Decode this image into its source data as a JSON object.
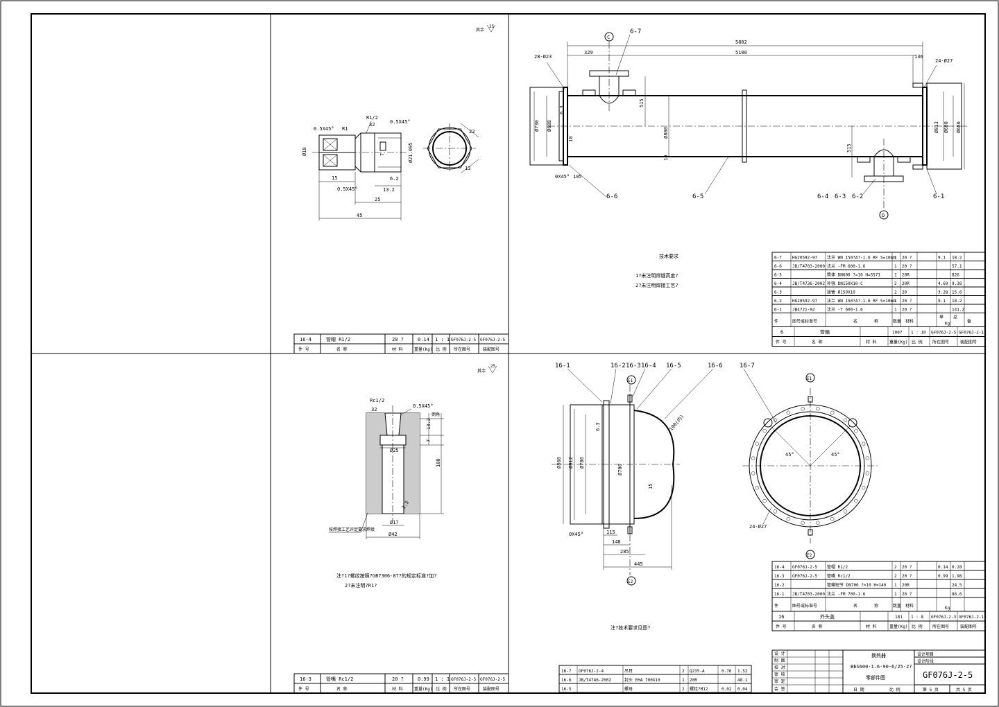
{
  "drawing": {
    "panelA": {
      "roughness": "25",
      "roughness_label": "其余",
      "labels": {
        "thread": "R1/2",
        "thread_sub": "32",
        "chamfer1": "0.5X45°",
        "chamfer2": "0.5X45°",
        "chamfer3": "0.5X45°",
        "r1": "R1",
        "d18": "Ø18",
        "d21": "Ø21.095",
        "s15": "15",
        "s13": "13.2",
        "s25": "25",
        "s45": "45",
        "s62": "6.2",
        "s7": "7",
        "hex1": "22",
        "hex2": "13"
      },
      "table": {
        "no": "16-4",
        "name": "管帽  R1/2",
        "material": "20 ?",
        "weight": "0.14",
        "scale": "1 : 1",
        "drawing": "GF076J-2-5",
        "drawing2": "GF076J-2-5"
      },
      "header": {
        "c1": "件  号",
        "c2": "名        称",
        "c3": "材  料",
        "c4": "重量(Kg)",
        "c5": "比  例",
        "c6": "所在图号",
        "c7": "装配图号"
      }
    },
    "panelB": {
      "roughness": "25",
      "roughness_label": "其余",
      "labels": {
        "thread": "Rc1/2",
        "thread_sub": "32",
        "chamfer": "0.5X45°",
        "s13": "13.2",
        "s7": "7",
        "s100": "100",
        "d25": "Ø25",
        "d17": "Ø17",
        "d42": "Ø42",
        "edge": "倒角",
        "weld": "按焊接工艺评定要求焊接",
        "n35": "3.5"
      },
      "notes": [
        "注?1?螺纹按照?GB7306-87?的规定标准?加?",
        "2?未注明?R1?"
      ],
      "table": {
        "no": "16-3",
        "name": "管嘴  Rc1/2",
        "material": "20 ?",
        "weight": "0.99",
        "scale": "1 : 1",
        "drawing": "GF076J-2-5",
        "drawing2": "GF076J-2-5"
      },
      "header": {
        "c1": "件  号",
        "c2": "名        称",
        "c3": "材  料",
        "c4": "重量(Kg)",
        "c5": "比  例",
        "c6": "所在图号",
        "c7": "装配图号"
      }
    },
    "panelC": {
      "leaders": [
        "6-7",
        "6-6",
        "6-5",
        "6-4",
        "6-3",
        "6-2",
        "6-1"
      ],
      "bubbles": [
        "C",
        "D"
      ],
      "dims": {
        "d5802": "5802",
        "d329": "329",
        "d5100": "5100",
        "d136": "136",
        "d515a": "515",
        "d515b": "515",
        "d105": "105",
        "c28": "28-Ø23",
        "c24": "24-Ø27",
        "d800": "Ø800",
        "d730": "Ø730",
        "d688": "Ø688",
        "d813": "Ø813",
        "d680": "Ø680",
        "d10": "10",
        "cham": "0X45°",
        "d63": "6.3"
      },
      "note_title": "技术要求",
      "notes": [
        "1?未注明焊缝高度?",
        "2?未注明焊接工艺?"
      ],
      "parts": [
        {
          "no": "6-7",
          "std": "HG20592-97",
          "name": "法兰 WN 150?A?-1.6  RF  S=10mm",
          "qty": "1",
          "mat": "20 ?",
          "unit": "9.1",
          "total": "18.2"
        },
        {
          "no": "6-6",
          "std": "JB/T4703-2000",
          "name": "法兰  -FM  600-1.6",
          "qty": "1",
          "mat": "20 ?",
          "unit": "",
          "total": "57.1"
        },
        {
          "no": "6-5",
          "std": "",
          "name": "筒体  DN600  ?=10  H=5571",
          "qty": "1",
          "mat": "20R",
          "unit": "",
          "total": "826"
        },
        {
          "no": "6-4",
          "std": "JB/T4736-2002",
          "name": "补强  DN150X10-C",
          "qty": "2",
          "mat": "20R",
          "unit": "4.69",
          "total": "9.38"
        },
        {
          "no": "6-3",
          "std": "",
          "name": "接管  Ø159X10",
          "qty": "2",
          "mat": "20",
          "unit": "3.28",
          "total": "15.6"
        },
        {
          "no": "6-2",
          "std": "HG20592-97",
          "name": "法兰 WN 150?A?-1.6  RF  S=10mm",
          "qty": "1",
          "mat": "20 ?",
          "unit": "9.1",
          "total": "18.2"
        },
        {
          "no": "6-1",
          "std": "JB4721-92",
          "name": "法兰  -T  600-1.6",
          "qty": "1",
          "mat": "20 ?",
          "unit": "",
          "total": "141.2"
        }
      ],
      "phead": {
        "c1": "件",
        "c2": "图号或标准号",
        "c3": "名",
        "c4": "称",
        "c5": "数量",
        "c6": "材料",
        "c7": "单",
        "c8": "总",
        "c9": "备",
        "c10": "注",
        "u": "Kg"
      },
      "summary": {
        "no": "6",
        "name": "管箱",
        "mat": "",
        "weight": "1007",
        "scale": "1 : 10",
        "drawing": "GF076J-2-5",
        "drawing2": "GF076J-2-1"
      },
      "sum_head": {
        "c1": "件  号",
        "c2": "名        称",
        "c3": "材  料",
        "c4": "重量(Kg)",
        "c5": "比  例",
        "c6": "所在图号",
        "c7": "装配图号"
      }
    },
    "panelD": {
      "leaders": [
        "16-1",
        "16-2",
        "16-3",
        "16-4",
        "16-5",
        "16-6",
        "16-7"
      ],
      "bubbles": [
        "E1",
        "E2",
        "E1",
        "E2"
      ],
      "dims": {
        "d860": "Ø860",
        "d812": "Ø812",
        "d786": "Ø786",
        "d700": "Ø700",
        "d115": "115",
        "d148": "148",
        "d285": "285",
        "d445": "445",
        "d15": "15",
        "d63": "6.3",
        "cham": "0X45°",
        "d100": "100(内)",
        "a45": "45°",
        "a45b": "45°",
        "bolt": "24-Ø27"
      },
      "note": "注?技术要求见图?",
      "parts": [
        {
          "no": "16-4",
          "std": "GF076J-2-5",
          "name": "管帽  R1/2",
          "qty": "2",
          "mat": "20 ?",
          "unit": "0.14",
          "total": "0.28"
        },
        {
          "no": "16-3",
          "std": "GF076J-2-5",
          "name": "管嘴  Rc1/2",
          "qty": "2",
          "mat": "20 ?",
          "unit": "0.99",
          "total": "1.98"
        },
        {
          "no": "16-2",
          "std": "",
          "name": "管箱短节  DN700  ?=10  H=140",
          "qty": "1",
          "mat": "20R",
          "unit": "",
          "total": "24.5"
        },
        {
          "no": "16-1",
          "std": "JB/T4703-2000",
          "name": "法兰  -FM  700-1.6",
          "qty": "1",
          "mat": "20 ?",
          "unit": "",
          "total": "86.6"
        }
      ],
      "lower_parts": [
        {
          "no": "16-7",
          "std": "GF076J-2-4",
          "name": "吊耳",
          "qty": "2",
          "mat": "Q235-A",
          "unit": "0.76",
          "total": "1.52"
        },
        {
          "no": "16-6",
          "std": "JB/T4746-2002",
          "name": "封头  EHA  700X10",
          "qty": "1",
          "mat": "20R",
          "unit": "",
          "total": "48.1"
        },
        {
          "no": "16-5",
          "std": "",
          "name": "螺母",
          "qty": "2",
          "mat": "螺栓?M12",
          "unit": "0.02",
          "total": "0.04"
        }
      ],
      "summary": {
        "no": "16",
        "name": "外头盖",
        "weight": "181",
        "scale": "1 : 8",
        "drawing": "GF076J-2-3",
        "drawing2": "GF076J-2-1"
      },
      "sum_head": {
        "c1": "件  号",
        "c2": "名        称",
        "c3": "材  料",
        "c4": "重量(Kg)",
        "c5": "比  例",
        "c6": "所在图号",
        "c7": "装配图号"
      },
      "title": {
        "line1": "换热器",
        "line2": "BES600-1.6-90-6/25-2?",
        "line3": "零部件图",
        "code": "GF076J-2-5",
        "proj": "设计项目",
        "stage": "设计阶段",
        "sheet": "第  5  页",
        "of": "共  5  页",
        "rows": [
          "设  计",
          "制  图",
          "校  对",
          "审  核",
          "审  定",
          "会  签"
        ],
        "small": [
          "日  期",
          "比  例"
        ]
      }
    }
  }
}
